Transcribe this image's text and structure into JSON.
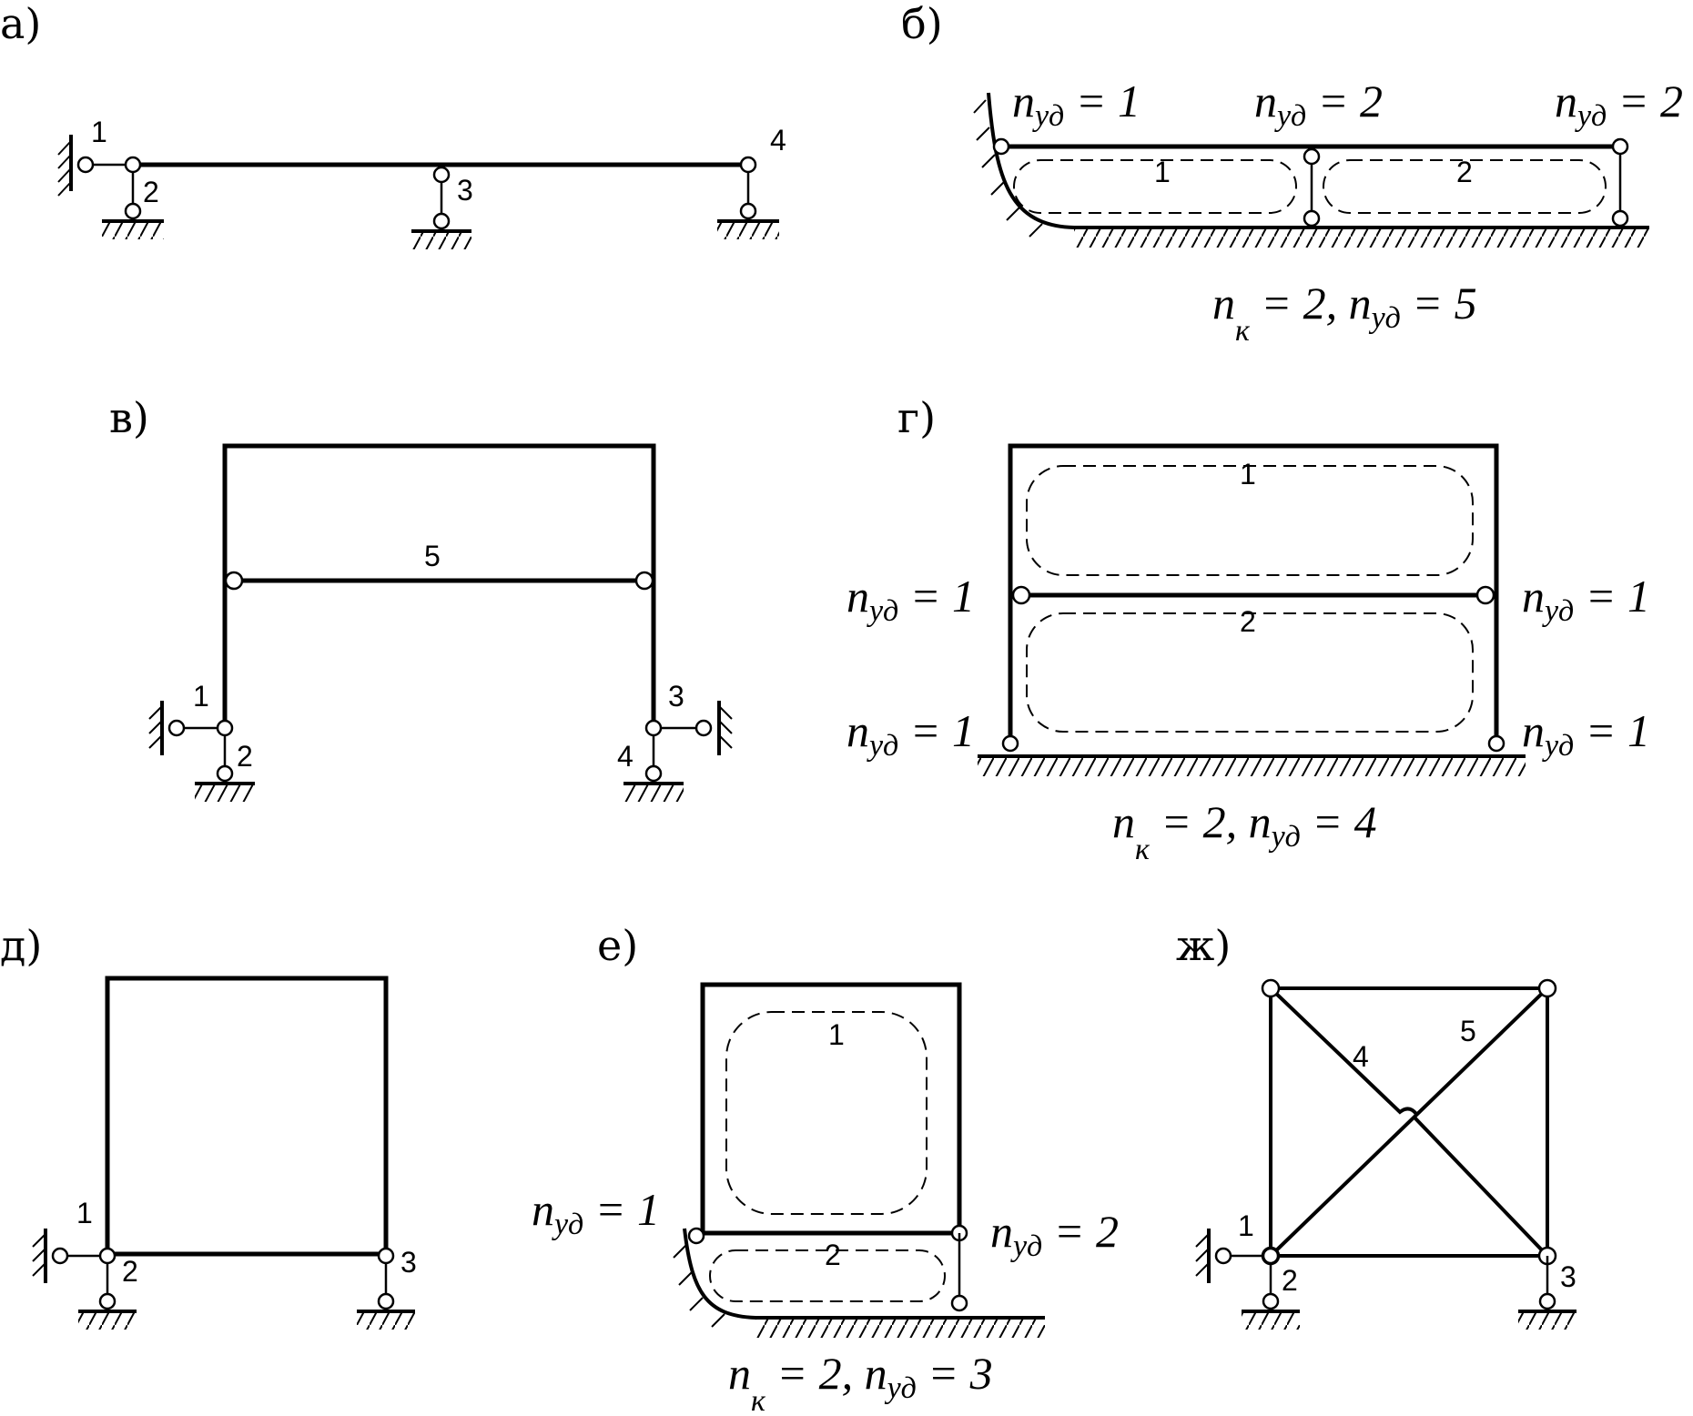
{
  "panel_labels": {
    "a": "а)",
    "b": "б)",
    "v": "в)",
    "g": "г)",
    "d": "д)",
    "e": "е)",
    "zh": "ж)"
  },
  "n_symbol": "n",
  "ud_sub": "уд",
  "k_sub": "к",
  "panel_a": {
    "links": [
      "1",
      "2",
      "3",
      "4"
    ]
  },
  "panel_b": {
    "contours": [
      "1",
      "2"
    ],
    "node_counts": [
      " = 1",
      " = 2",
      " = 2"
    ],
    "summary": {
      "nk_value": " = 2, ",
      "nud_value": " = 5"
    }
  },
  "panel_v": {
    "links": [
      "1",
      "2",
      "3",
      "4",
      "5"
    ]
  },
  "panel_g": {
    "contours": [
      "1",
      "2"
    ],
    "node_counts": [
      " = 1",
      " = 1",
      " = 1",
      " = 1"
    ],
    "summary": {
      "nk_value": " = 2, ",
      "nud_value": " = 4"
    }
  },
  "panel_d": {
    "links": [
      "1",
      "2",
      "3"
    ]
  },
  "panel_e": {
    "contours": [
      "1",
      "2"
    ],
    "node_counts": [
      " = 1",
      " = 2"
    ],
    "summary": {
      "nk_value": " = 2, ",
      "nud_value": " = 3"
    }
  },
  "panel_zh": {
    "links": [
      "1",
      "2",
      "3",
      "4",
      "5"
    ]
  }
}
